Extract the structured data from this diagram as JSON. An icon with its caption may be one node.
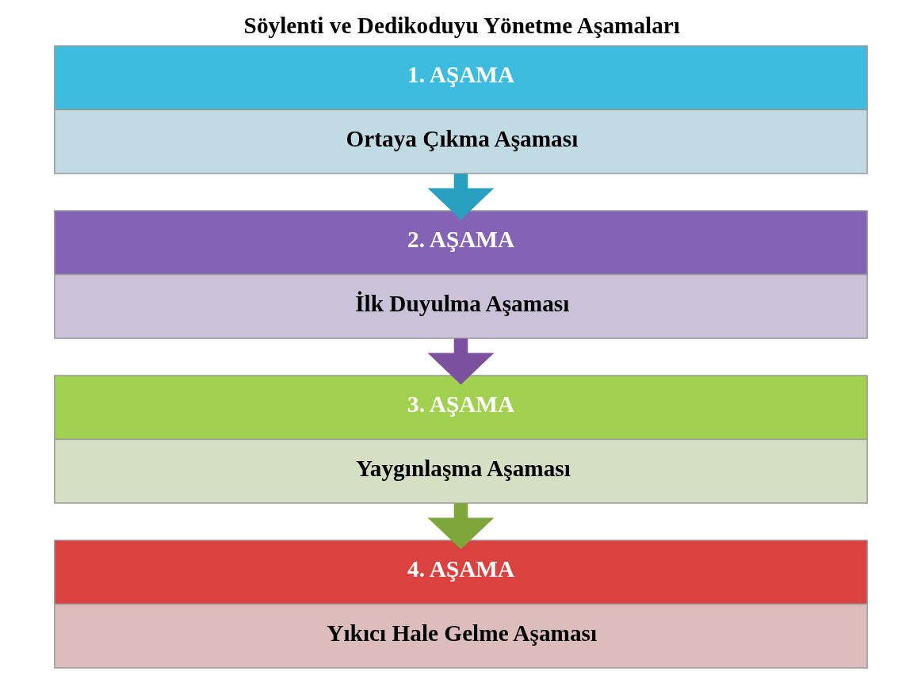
{
  "diagram": {
    "title": "Söylenti ve Dedikoduyu Yönetme Aşamaları",
    "nodes": [
      {
        "text": [
          "1. AŞAMA",
          "Ortaya Çıkma Aşaması"
        ]
      },
      {
        "text": [
          "2. AŞAMA",
          "İlk Duyulma Aşaması"
        ]
      },
      {
        "text": [
          "3. AŞAMA",
          "Yaygınlaşma Aşaması"
        ]
      },
      {
        "text": [
          "4. AŞAMA",
          "Yıkıcı Hale Gelme Aşaması"
        ]
      }
    ],
    "edges": [
      {
        "from": 0,
        "to": 1,
        "arrow": "to",
        "color": "#2aa0c0"
      },
      {
        "from": 1,
        "to": 2,
        "arrow": "to",
        "color": "#7a509f"
      },
      {
        "from": 2,
        "to": 3,
        "arrow": "to",
        "color": "#7fa63a"
      }
    ]
  }
}
